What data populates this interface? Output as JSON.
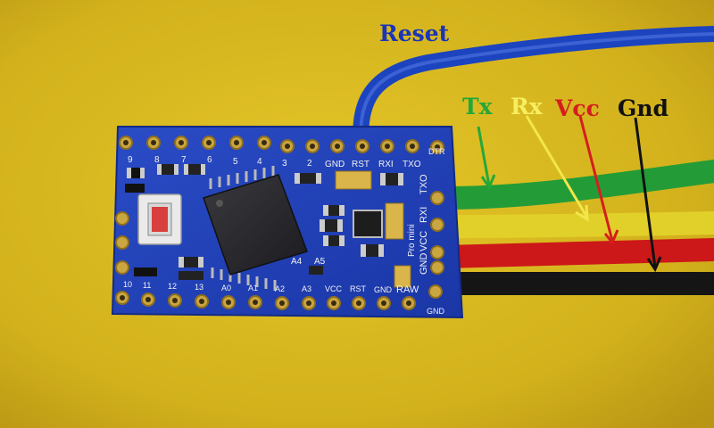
{
  "colors": {
    "background": "#d8b81f",
    "board": "#1f3fb8",
    "wire_reset": "#1c46c2",
    "wire_tx": "#23a83a",
    "wire_rx": "#e8d62c",
    "wire_vcc": "#d41e1e",
    "wire_gnd": "#111111"
  },
  "annotations": {
    "reset": "Reset",
    "tx": "Tx",
    "rx": "Rx",
    "vcc": "Vcc",
    "gnd": "Gnd"
  },
  "board": {
    "top_row": [
      "GND",
      "RST",
      "RXI",
      "TXO"
    ],
    "top_right": "DTR",
    "right_column": [
      "TXO",
      "RXI",
      "VCC",
      "GND"
    ],
    "model": "Pro mini",
    "bottom_row": [
      "VCC",
      "RST",
      "GND",
      "RAW"
    ],
    "bottom_right": "GND",
    "analog_a4": "A4",
    "analog_a5": "A5",
    "top_digits": [
      "9",
      "8",
      "7",
      "6",
      "5",
      "4",
      "3",
      "2"
    ],
    "bottom_left": [
      "10",
      "11",
      "12",
      "13",
      "A0",
      "A1",
      "A2",
      "A3"
    ]
  }
}
